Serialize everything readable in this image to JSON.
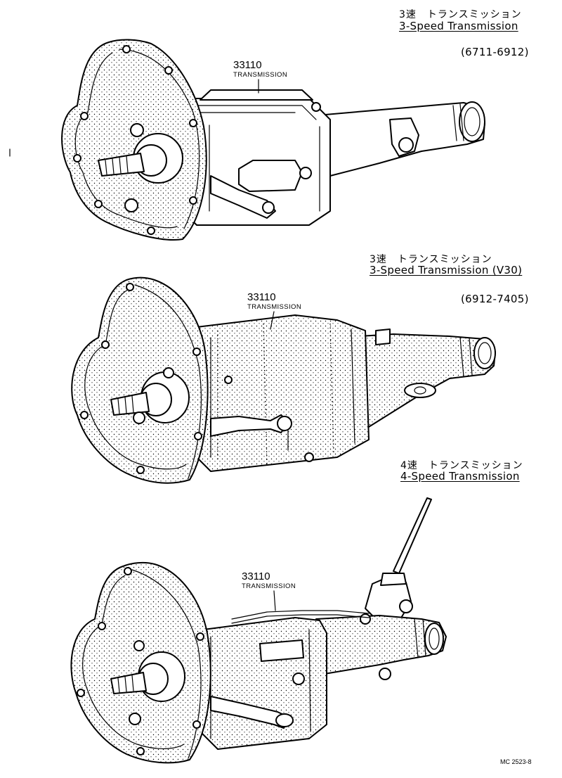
{
  "sections": [
    {
      "jp_title": "3速　トランスミッション",
      "en_title": "3-Speed Transmission",
      "range": "(6711-6912)",
      "part_number": "33110",
      "part_name": "TRANSMISSION"
    },
    {
      "jp_title": "3速　トランスミッション",
      "en_title": "3-Speed Transmission (V30)",
      "range": "(6912-7405)",
      "part_number": "33110",
      "part_name": "TRANSMISSION"
    },
    {
      "jp_title": "4速　トランスミッション",
      "en_title": "4-Speed Transmission",
      "part_number": "33110",
      "part_name": "TRANSMISSION"
    }
  ],
  "figure_code": "MC 2523-8"
}
